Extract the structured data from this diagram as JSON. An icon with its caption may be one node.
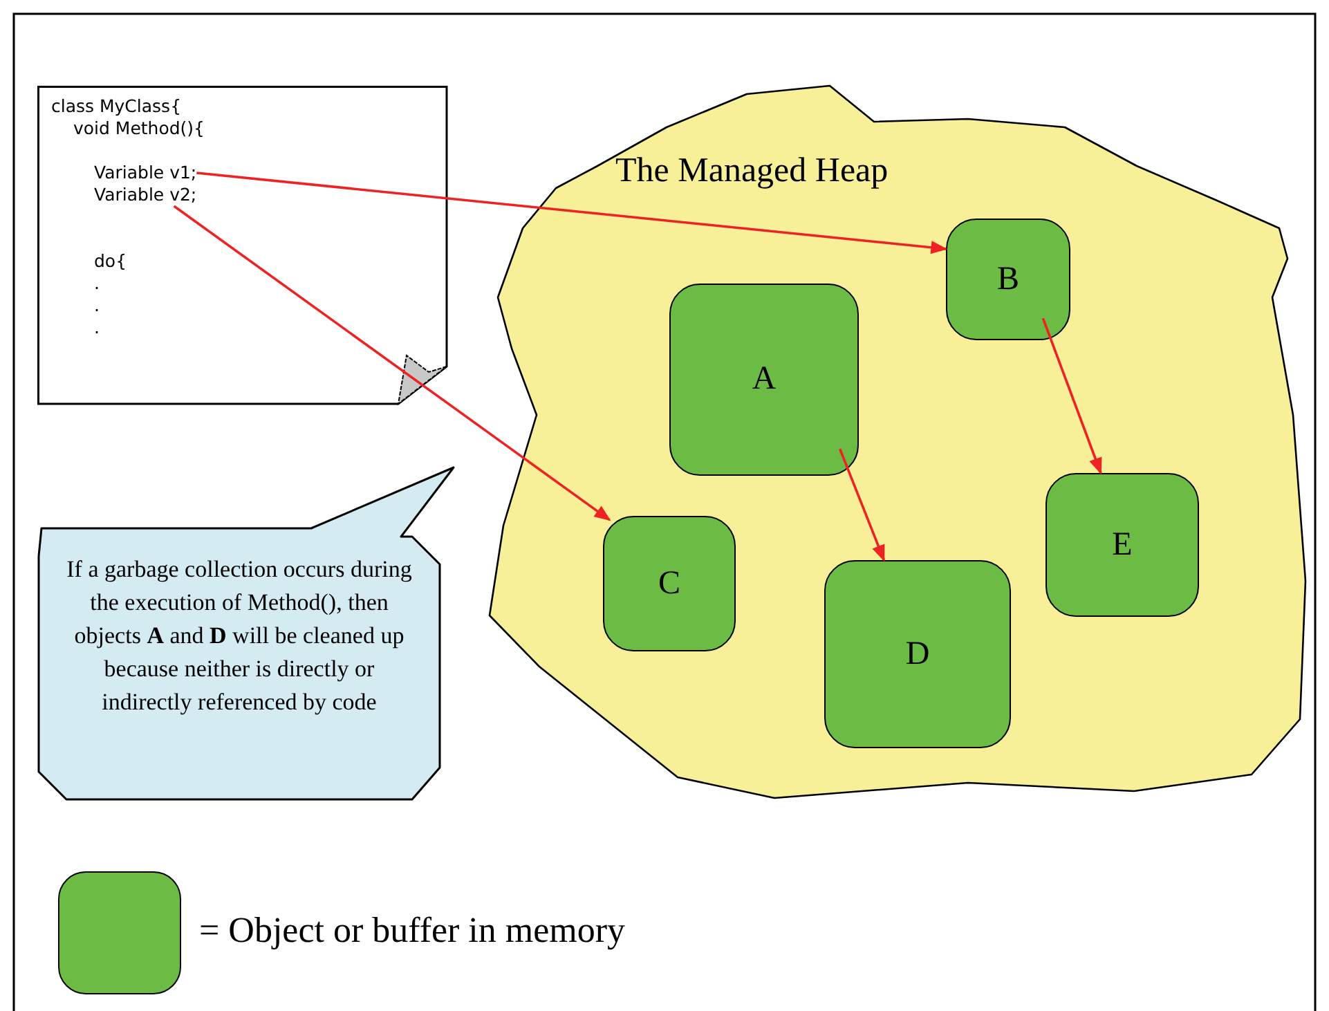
{
  "diagram": {
    "nodes": [
      {
        "text": [
          "class MyClass{",
          "void Method(){",
          "do{",
          ".",
          ".",
          "."
        ]
      },
      {
        "text": [
          "Variable v1;"
        ],
        "in": 0
      },
      {
        "text": [
          "Variable v2;"
        ],
        "in": 0
      },
      {
        "text": [
          "The Managed Heap"
        ]
      },
      {
        "text": [
          "A"
        ],
        "in": 3
      },
      {
        "text": [
          "B"
        ],
        "in": 3
      },
      {
        "text": [
          "C"
        ],
        "in": 3
      },
      {
        "text": [
          "D"
        ],
        "in": 3
      },
      {
        "text": [
          "E"
        ],
        "in": 3
      },
      {
        "text": [
          "If a garbage collection occurs during the execution of Method(), then objects **A** and **D** will be cleaned up because neither is directly or indirectly referenced by code"
        ]
      }
    ],
    "edges": [
      {
        "from": 1,
        "to": 5,
        "arrow": "to"
      },
      {
        "from": 2,
        "to": 6,
        "arrow": "to"
      },
      {
        "from": 4,
        "to": 7,
        "arrow": "to"
      },
      {
        "from": 5,
        "to": 8,
        "arrow": "to"
      }
    ],
    "legend": [
      {
        "text": "= Object or buffer in memory",
        "color": "#6cbb45"
      }
    ]
  }
}
